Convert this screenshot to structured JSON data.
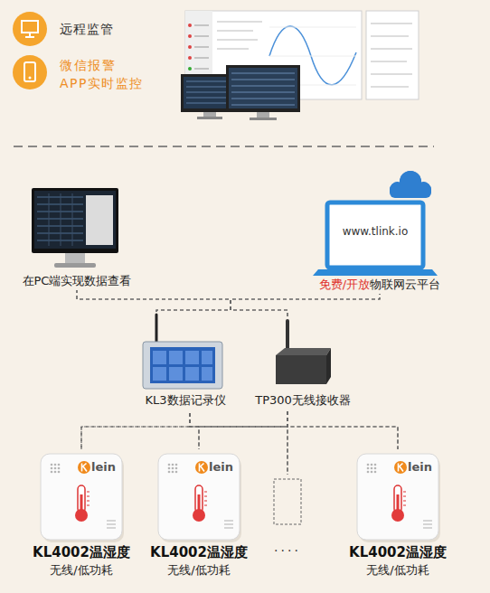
{
  "diagram": {
    "nodes": [
      {
        "text": [
          "在PC端实现数据查看"
        ]
      },
      {
        "text": [
          "www.tlink.io",
          "免费/开放",
          "物联网云平台"
        ]
      },
      {
        "text": [
          "KL3数据记录仪"
        ]
      },
      {
        "text": [
          "TP300无线接收器"
        ]
      },
      {
        "text": [
          "lein",
          "KL4002温湿度",
          "无线/低功耗"
        ]
      },
      {
        "text": [
          "lein",
          "KL4002温湿度",
          "无线/低功耗"
        ]
      },
      {
        "text": [
          "····"
        ]
      },
      {
        "text": [
          "lein",
          "KL4002温湿度",
          "无线/低功耗"
        ]
      }
    ],
    "edges": [
      {
        "from": 2,
        "to": 0,
        "arrow": "none"
      },
      {
        "from": 2,
        "to": 1,
        "arrow": "none"
      },
      {
        "from": 3,
        "to": 0,
        "arrow": "none"
      },
      {
        "from": 3,
        "to": 1,
        "arrow": "none"
      },
      {
        "from": 2,
        "to": 4,
        "arrow": "none"
      },
      {
        "from": 2,
        "to": 5,
        "arrow": "none"
      },
      {
        "from": 2,
        "to": 6,
        "arrow": "none"
      },
      {
        "from": 2,
        "to": 7,
        "arrow": "none"
      },
      {
        "from": 3,
        "to": 4,
        "arrow": "none"
      },
      {
        "from": 3,
        "to": 5,
        "arrow": "none"
      },
      {
        "from": 3,
        "to": 6,
        "arrow": "none"
      },
      {
        "from": 3,
        "to": 7,
        "arrow": "none"
      }
    ],
    "labels": [
      "远程监管",
      "微信报警 APP实时监控"
    ]
  }
}
